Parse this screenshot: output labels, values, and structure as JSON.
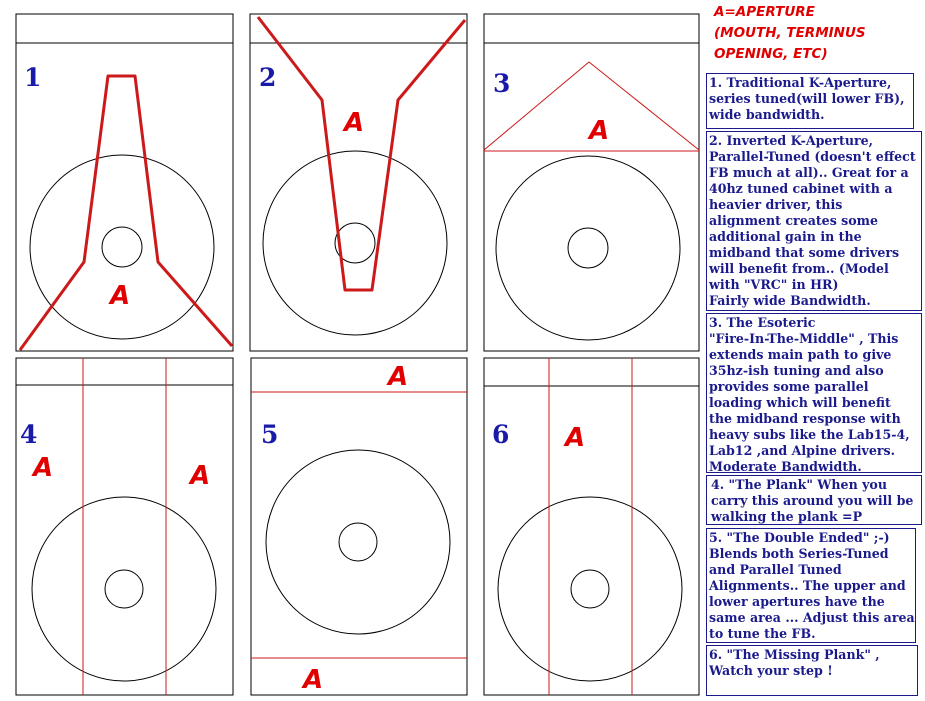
{
  "legend_header": [
    "A=APERTURE",
    "(MOUTH, TERMINUS",
    "OPENING, ETC)"
  ],
  "panels": [
    {
      "number": "1",
      "aperture_labels": [
        "A"
      ]
    },
    {
      "number": "2",
      "aperture_labels": [
        "A"
      ]
    },
    {
      "number": "3",
      "aperture_labels": [
        "A"
      ]
    },
    {
      "number": "4",
      "aperture_labels": [
        "A",
        "A"
      ]
    },
    {
      "number": "5",
      "aperture_labels": [
        "A",
        "A"
      ]
    },
    {
      "number": "6",
      "aperture_labels": [
        "A"
      ]
    }
  ],
  "descriptions": [
    {
      "lines": [
        "1. Traditional K-Aperture,",
        "series tuned(will lower FB),",
        "wide bandwidth."
      ]
    },
    {
      "lines": [
        "2. Inverted K-Aperture,",
        "Parallel-Tuned (doesn't effect",
        "FB much at all).. Great for a",
        "40hz tuned cabinet with a",
        "heavier driver, this",
        "alignment creates some",
        "additional gain in the",
        "midband that some drivers",
        "will benefit from.. (Model",
        "with \"VRC\" in HR)",
        " Fairly wide Bandwidth."
      ]
    },
    {
      "lines": [
        "3. The Esoteric",
        "\"Fire-In-The-Middle\" ,  This",
        "extends main path to give",
        "35hz-ish tuning and also",
        "provides some parallel",
        "loading which will benefit",
        "the midband response with",
        "heavy subs like the Lab15-4,",
        "Lab12 ,and Alpine drivers.",
        "Moderate Bandwidth."
      ]
    },
    {
      "lines": [
        "4. \"The Plank\" When you",
        "carry this around you will be",
        "walking the plank  =P"
      ]
    },
    {
      "lines": [
        "5. \"The Double Ended\"  ;-)",
        " Blends both Series-Tuned",
        "and Parallel Tuned",
        "Alignments..  The upper and",
        "lower apertures have the",
        "same area ... Adjust this area",
        "to tune the FB."
      ]
    },
    {
      "lines": [
        "6. \"The Missing Plank\" ,",
        " Watch your step !"
      ]
    }
  ],
  "colors": {
    "number": "#1a1aa8",
    "aperture": "#e00000",
    "text": "#1a1a8c",
    "line": "#000000"
  }
}
